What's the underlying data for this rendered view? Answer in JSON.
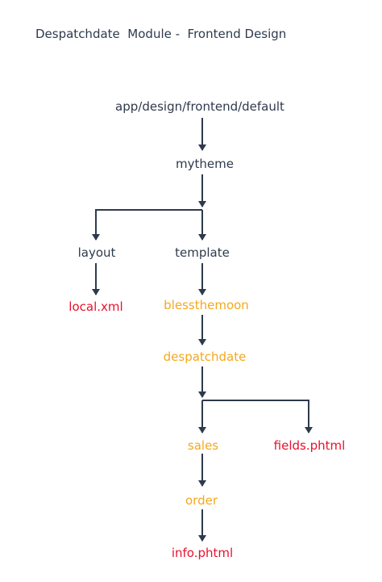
{
  "title": "Despatchdate  Module -  Frontend Design",
  "colors": {
    "folder_text": "#2e3a4d",
    "module_text": "#f5a81c",
    "file_text": "#e8112d",
    "arrow": "#2e3a4d"
  },
  "nodes": {
    "root": "app/design/frontend/default",
    "theme": "mytheme",
    "layout": "layout",
    "template": "template",
    "local_xml": "local.xml",
    "namespace": "blessthemoon",
    "module": "despatchdate",
    "sales": "sales",
    "fields_phtml": "fields.phtml",
    "order": "order",
    "info_phtml": "info.phtml"
  }
}
